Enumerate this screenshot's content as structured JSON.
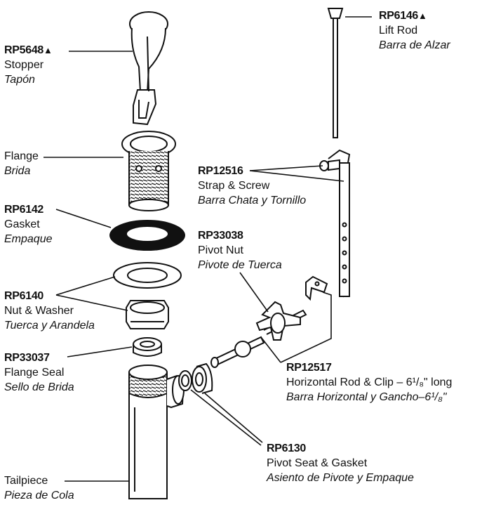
{
  "parts": {
    "stopper": {
      "part_no": "RP5648",
      "marker": "▲",
      "name_en": "Stopper",
      "name_es": "Tapón"
    },
    "lift_rod": {
      "part_no": "RP6146",
      "marker": "▲",
      "name_en": "Lift Rod",
      "name_es": "Barra de Alzar"
    },
    "flange": {
      "name_en": "Flange",
      "name_es": "Brida"
    },
    "strap_screw": {
      "part_no": "RP12516",
      "name_en": "Strap & Screw",
      "name_es": "Barra Chata y Tornillo"
    },
    "gasket": {
      "part_no": "RP6142",
      "name_en": "Gasket",
      "name_es": "Empaque"
    },
    "pivot_nut": {
      "part_no": "RP33038",
      "name_en": "Pivot Nut",
      "name_es": "Pivote de Tuerca"
    },
    "nut_washer": {
      "part_no": "RP6140",
      "name_en": "Nut & Washer",
      "name_es": "Tuerca y Arandela"
    },
    "flange_seal": {
      "part_no": "RP33037",
      "name_en": "Flange Seal",
      "name_es": "Sello de Brida"
    },
    "horizontal_rod": {
      "part_no": "RP12517",
      "name_en": "Horizontal Rod & Clip – 6¹/₈\" long",
      "name_es": "Barra Horizontal y Gancho–6¹/₈\""
    },
    "pivot_seat": {
      "part_no": "RP6130",
      "name_en": "Pivot Seat & Gasket",
      "name_es": "Asiento de Pivote y Empaque"
    },
    "tailpiece": {
      "name_en": "Tailpiece",
      "name_es": "Pieza de Cola"
    }
  }
}
